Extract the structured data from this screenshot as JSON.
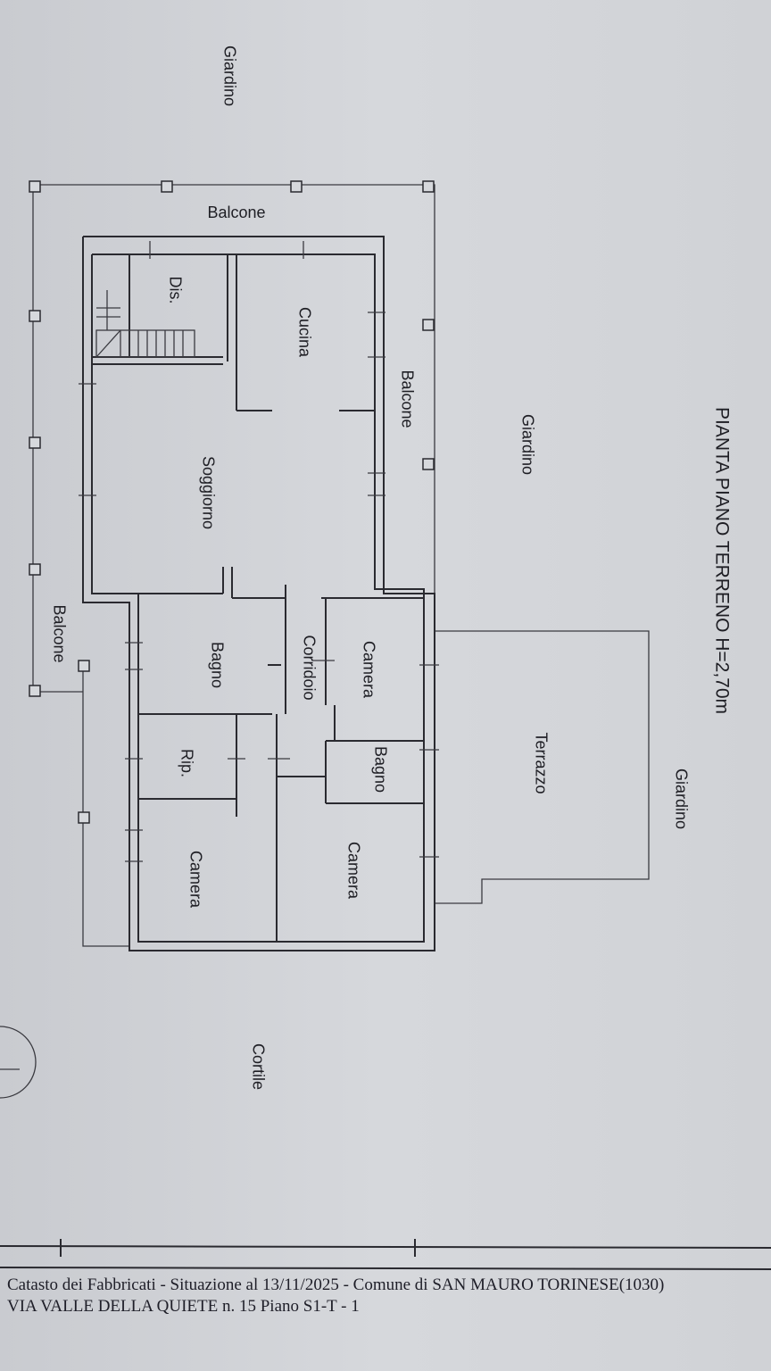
{
  "plan": {
    "title": "PIANTA PIANO TERRENO H=2,70m",
    "labels": {
      "giardino_top_left": "Giardino",
      "balcone_top": "Balcone",
      "dis": "Dis.",
      "cucina": "Cucina",
      "balcone_right": "Balcone",
      "giardino_mid": "Giardino",
      "soggiorno": "Soggiorno",
      "balcone_left": "Balcone",
      "bagno_1": "Bagno",
      "corridoio": "Corridoio",
      "camera_1": "Camera",
      "terrazzo": "Terrazzo",
      "giardino_right": "Giardino",
      "rip": "Rip.",
      "bagno_2": "Bagno",
      "camera_2": "Camera",
      "camera_3": "Camera",
      "cortile": "Cortile"
    }
  },
  "footer": {
    "line1": "Catasto dei Fabbricati - Situazione al 13/11/2025 - Comune di SAN MAURO TORINESE(1030)",
    "line2": "VIA VALLE DELLA QUIETE n. 15 Piano S1-T - 1"
  }
}
